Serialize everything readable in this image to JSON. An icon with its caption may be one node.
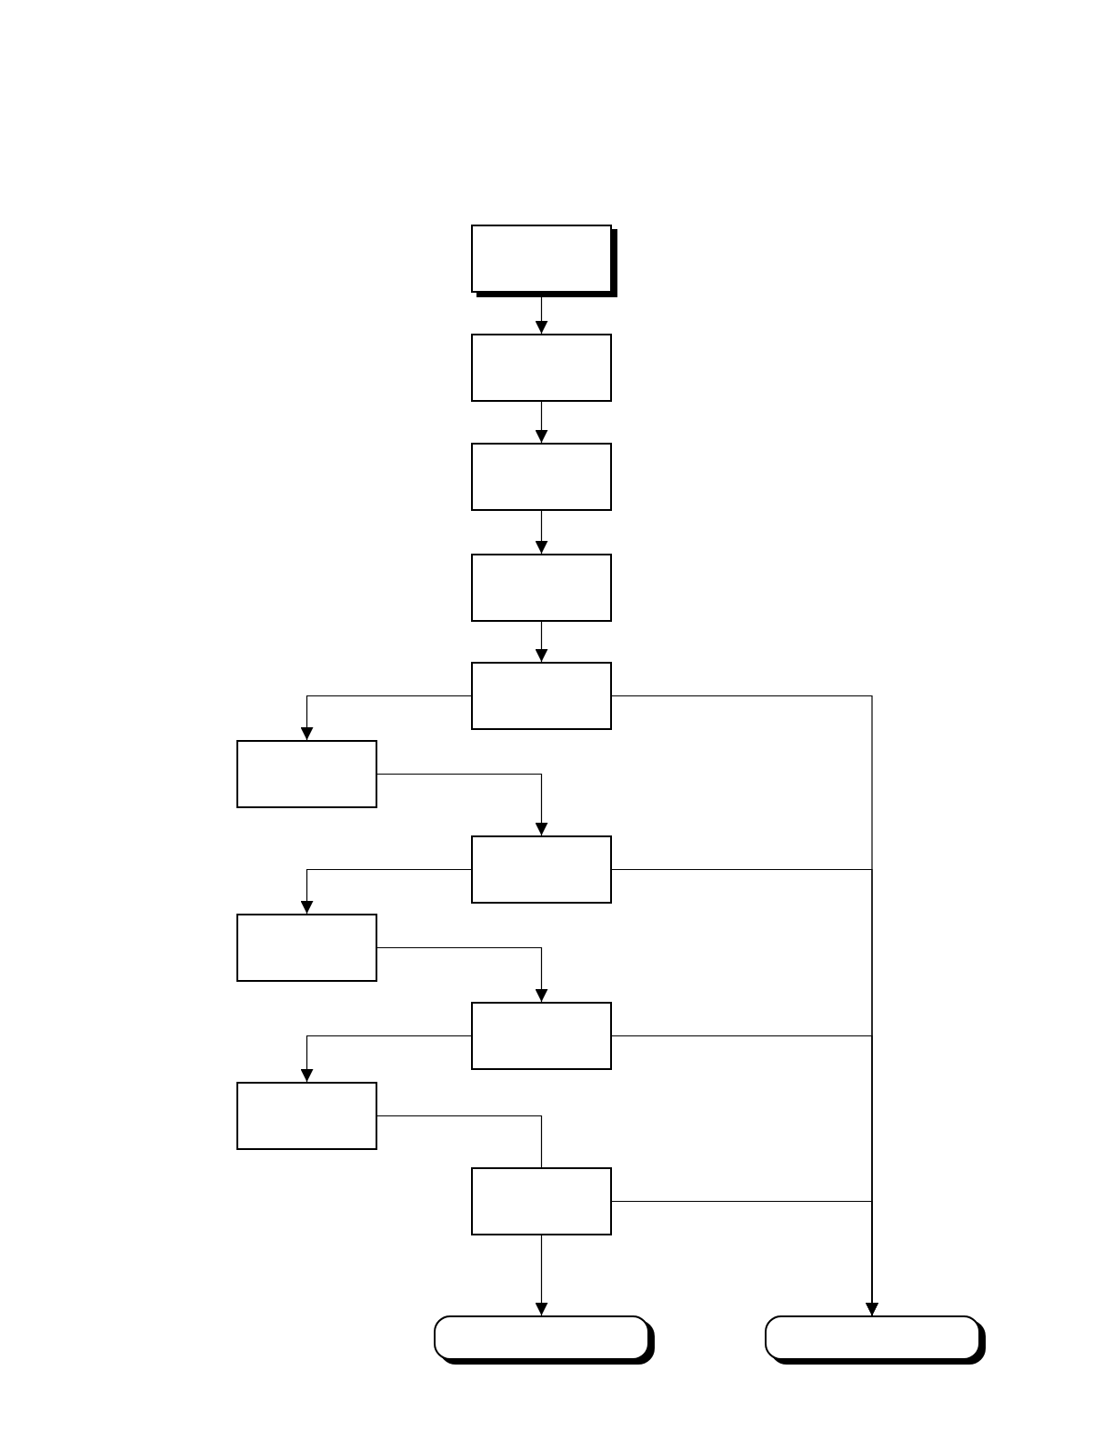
{
  "diagram": {
    "nodes": [
      {
        "text": [],
        "shape": "box"
      },
      {
        "text": [],
        "shape": "box"
      },
      {
        "text": [],
        "shape": "box"
      },
      {
        "text": [],
        "shape": "box"
      },
      {
        "text": [],
        "shape": "box"
      },
      {
        "text": [],
        "shape": "box"
      },
      {
        "text": [],
        "shape": "box"
      },
      {
        "text": [],
        "shape": "box"
      },
      {
        "text": [],
        "shape": "box"
      },
      {
        "text": [],
        "shape": "box"
      },
      {
        "text": [],
        "shape": "box"
      },
      {
        "text": [],
        "shape": "box"
      },
      {
        "text": [],
        "shape": "box"
      }
    ],
    "edges": [
      {
        "from": 0,
        "to": 1,
        "arrow": "to"
      },
      {
        "from": 1,
        "to": 2,
        "arrow": "to"
      },
      {
        "from": 2,
        "to": 3,
        "arrow": "to"
      },
      {
        "from": 3,
        "to": 4,
        "arrow": "to"
      },
      {
        "from": 4,
        "to": 5,
        "arrow": "to"
      },
      {
        "from": 5,
        "to": 6,
        "arrow": "to"
      },
      {
        "from": 6,
        "to": 7,
        "arrow": "to"
      },
      {
        "from": 7,
        "to": 8,
        "arrow": "to"
      },
      {
        "from": 8,
        "to": 9,
        "arrow": "to"
      },
      {
        "from": 9,
        "to": 10,
        "arrow": "none"
      },
      {
        "from": 10,
        "to": 11,
        "arrow": "to"
      },
      {
        "from": 4,
        "to": 12,
        "arrow": "to"
      },
      {
        "from": 6,
        "to": 12,
        "arrow": "to"
      },
      {
        "from": 8,
        "to": 12,
        "arrow": "to"
      },
      {
        "from": 10,
        "to": 12,
        "arrow": "to"
      }
    ]
  }
}
